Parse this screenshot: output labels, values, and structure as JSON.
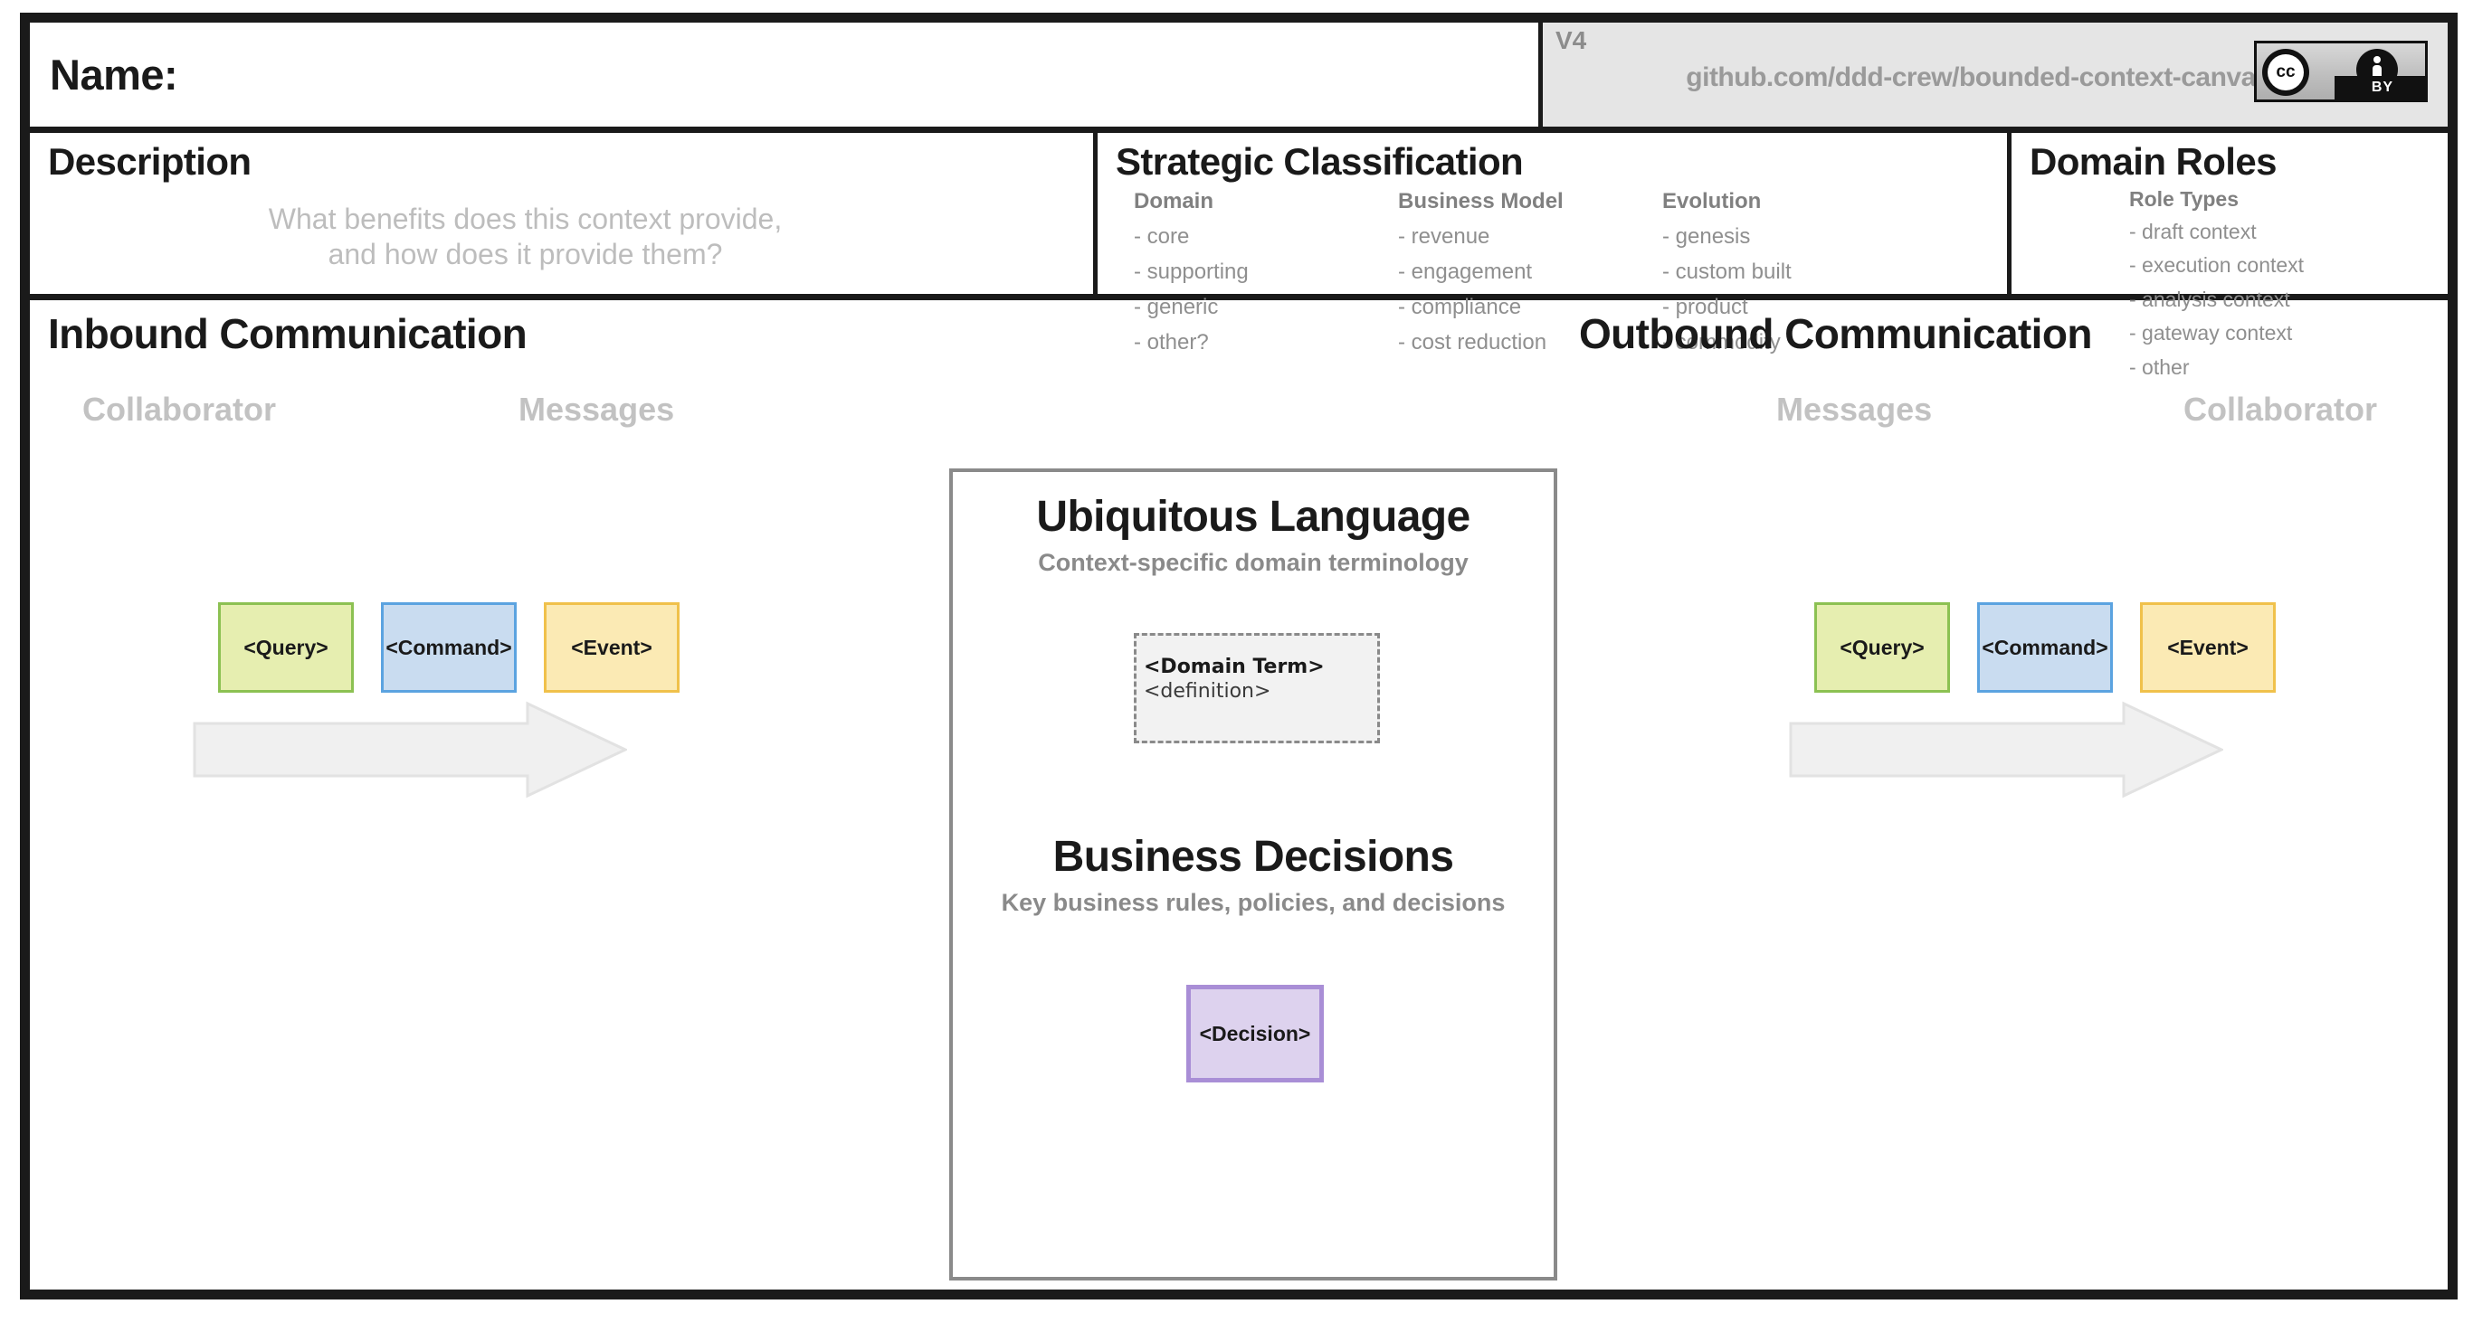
{
  "header": {
    "name_label": "Name:",
    "version": "V4",
    "repo_url": "github.com/ddd-crew/bounded-context-canvas",
    "license_badge": {
      "cc_text": "cc",
      "by_text": "BY"
    }
  },
  "description": {
    "title": "Description",
    "hint_line1": "What benefits does this context provide,",
    "hint_line2": "and how does it provide them?"
  },
  "strategic_classification": {
    "title": "Strategic Classification",
    "columns": [
      {
        "head": "Domain",
        "items": [
          "- core",
          "- supporting",
          "- generic",
          "- other?"
        ]
      },
      {
        "head": "Business Model",
        "items": [
          "- revenue",
          "- engagement",
          "- compliance",
          "- cost reduction"
        ]
      },
      {
        "head": "Evolution",
        "items": [
          "- genesis",
          "- custom built",
          "- product",
          "- commodity"
        ]
      }
    ]
  },
  "domain_roles": {
    "title": "Domain Roles",
    "head": "Role Types",
    "items": [
      "- draft context",
      "- execution context",
      "- analysis context",
      "- gateway context",
      "- other"
    ]
  },
  "inbound": {
    "title": "Inbound Communication",
    "left_label": "Collaborator",
    "right_label": "Messages",
    "messages": [
      "<Query>",
      "<Command>",
      "<Event>"
    ]
  },
  "outbound": {
    "title": "Outbound Communication",
    "left_label": "Messages",
    "right_label": "Collaborator",
    "messages": [
      "<Query>",
      "<Command>",
      "<Event>"
    ]
  },
  "center": {
    "ubiquitous_title": "Ubiquitous Language",
    "ubiquitous_sub": "Context-specific domain terminology",
    "term_name": "<Domain Term>",
    "term_definition": "<definition>",
    "decisions_title": "Business Decisions",
    "decisions_sub": "Key business rules, policies, and decisions",
    "decision_box": "<Decision>"
  },
  "colors": {
    "query": "#e6eeb0",
    "query_border": "#8cc152",
    "command": "#c9dcf0",
    "command_border": "#5ba3e0",
    "event": "#fbeab4",
    "event_border": "#f0c14b",
    "decision": "#ddd2ee",
    "decision_border": "#a98ed6",
    "frame": "#1a1a1a",
    "muted": "#8f8f8f",
    "arrow": "#f0f0f0"
  }
}
